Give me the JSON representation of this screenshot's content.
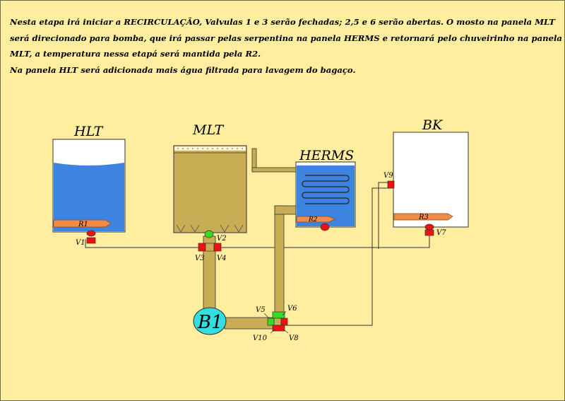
{
  "description": {
    "lines": [
      "Nesta etapa irá iniciar a RECIRCULAÇÃO, Valvulas 1 e 3 serão fechadas; 2,5 e 6 serão abertas. O mosto na panela MLT",
      "será direcionado para bomba, que irá passar pelas serpentina na panela HERMS e retornará pelo chuveirinho na panela",
      "MLT, a temperatura nessa etapá será mantida pela R2.",
      "Na panela HLT será adicionada mais água filtrada para lavagem do bagaço."
    ]
  },
  "vessels": {
    "hlt": "HLT",
    "mlt": "MLT",
    "herms": "HERMS",
    "bk": "BK"
  },
  "resistances": {
    "r1": "R1",
    "r2": "R2",
    "r3": "R3"
  },
  "pump": "B1",
  "valves": {
    "v1": {
      "label": "V1",
      "state": "closed"
    },
    "v2": {
      "label": "V2",
      "state": "open"
    },
    "v3": {
      "label": "V3",
      "state": "closed"
    },
    "v4": {
      "label": "V4",
      "state": "closed"
    },
    "v5": {
      "label": "V5",
      "state": "open"
    },
    "v6": {
      "label": "V6",
      "state": "open"
    },
    "v7": {
      "label": "V7",
      "state": "closed"
    },
    "v8": {
      "label": "V8",
      "state": "closed"
    },
    "v9": {
      "label": "V9",
      "state": "closed"
    },
    "v10": {
      "label": "V10",
      "state": "closed"
    }
  },
  "colors": {
    "background": "#ffeda0",
    "water": "#3d84e0",
    "mash": "#c8ad55",
    "pipe": "#c8ad55",
    "heater": "#f08c48",
    "valve_open": "#33dd22",
    "valve_closed": "#ee1111",
    "pump": "#33dde0"
  }
}
